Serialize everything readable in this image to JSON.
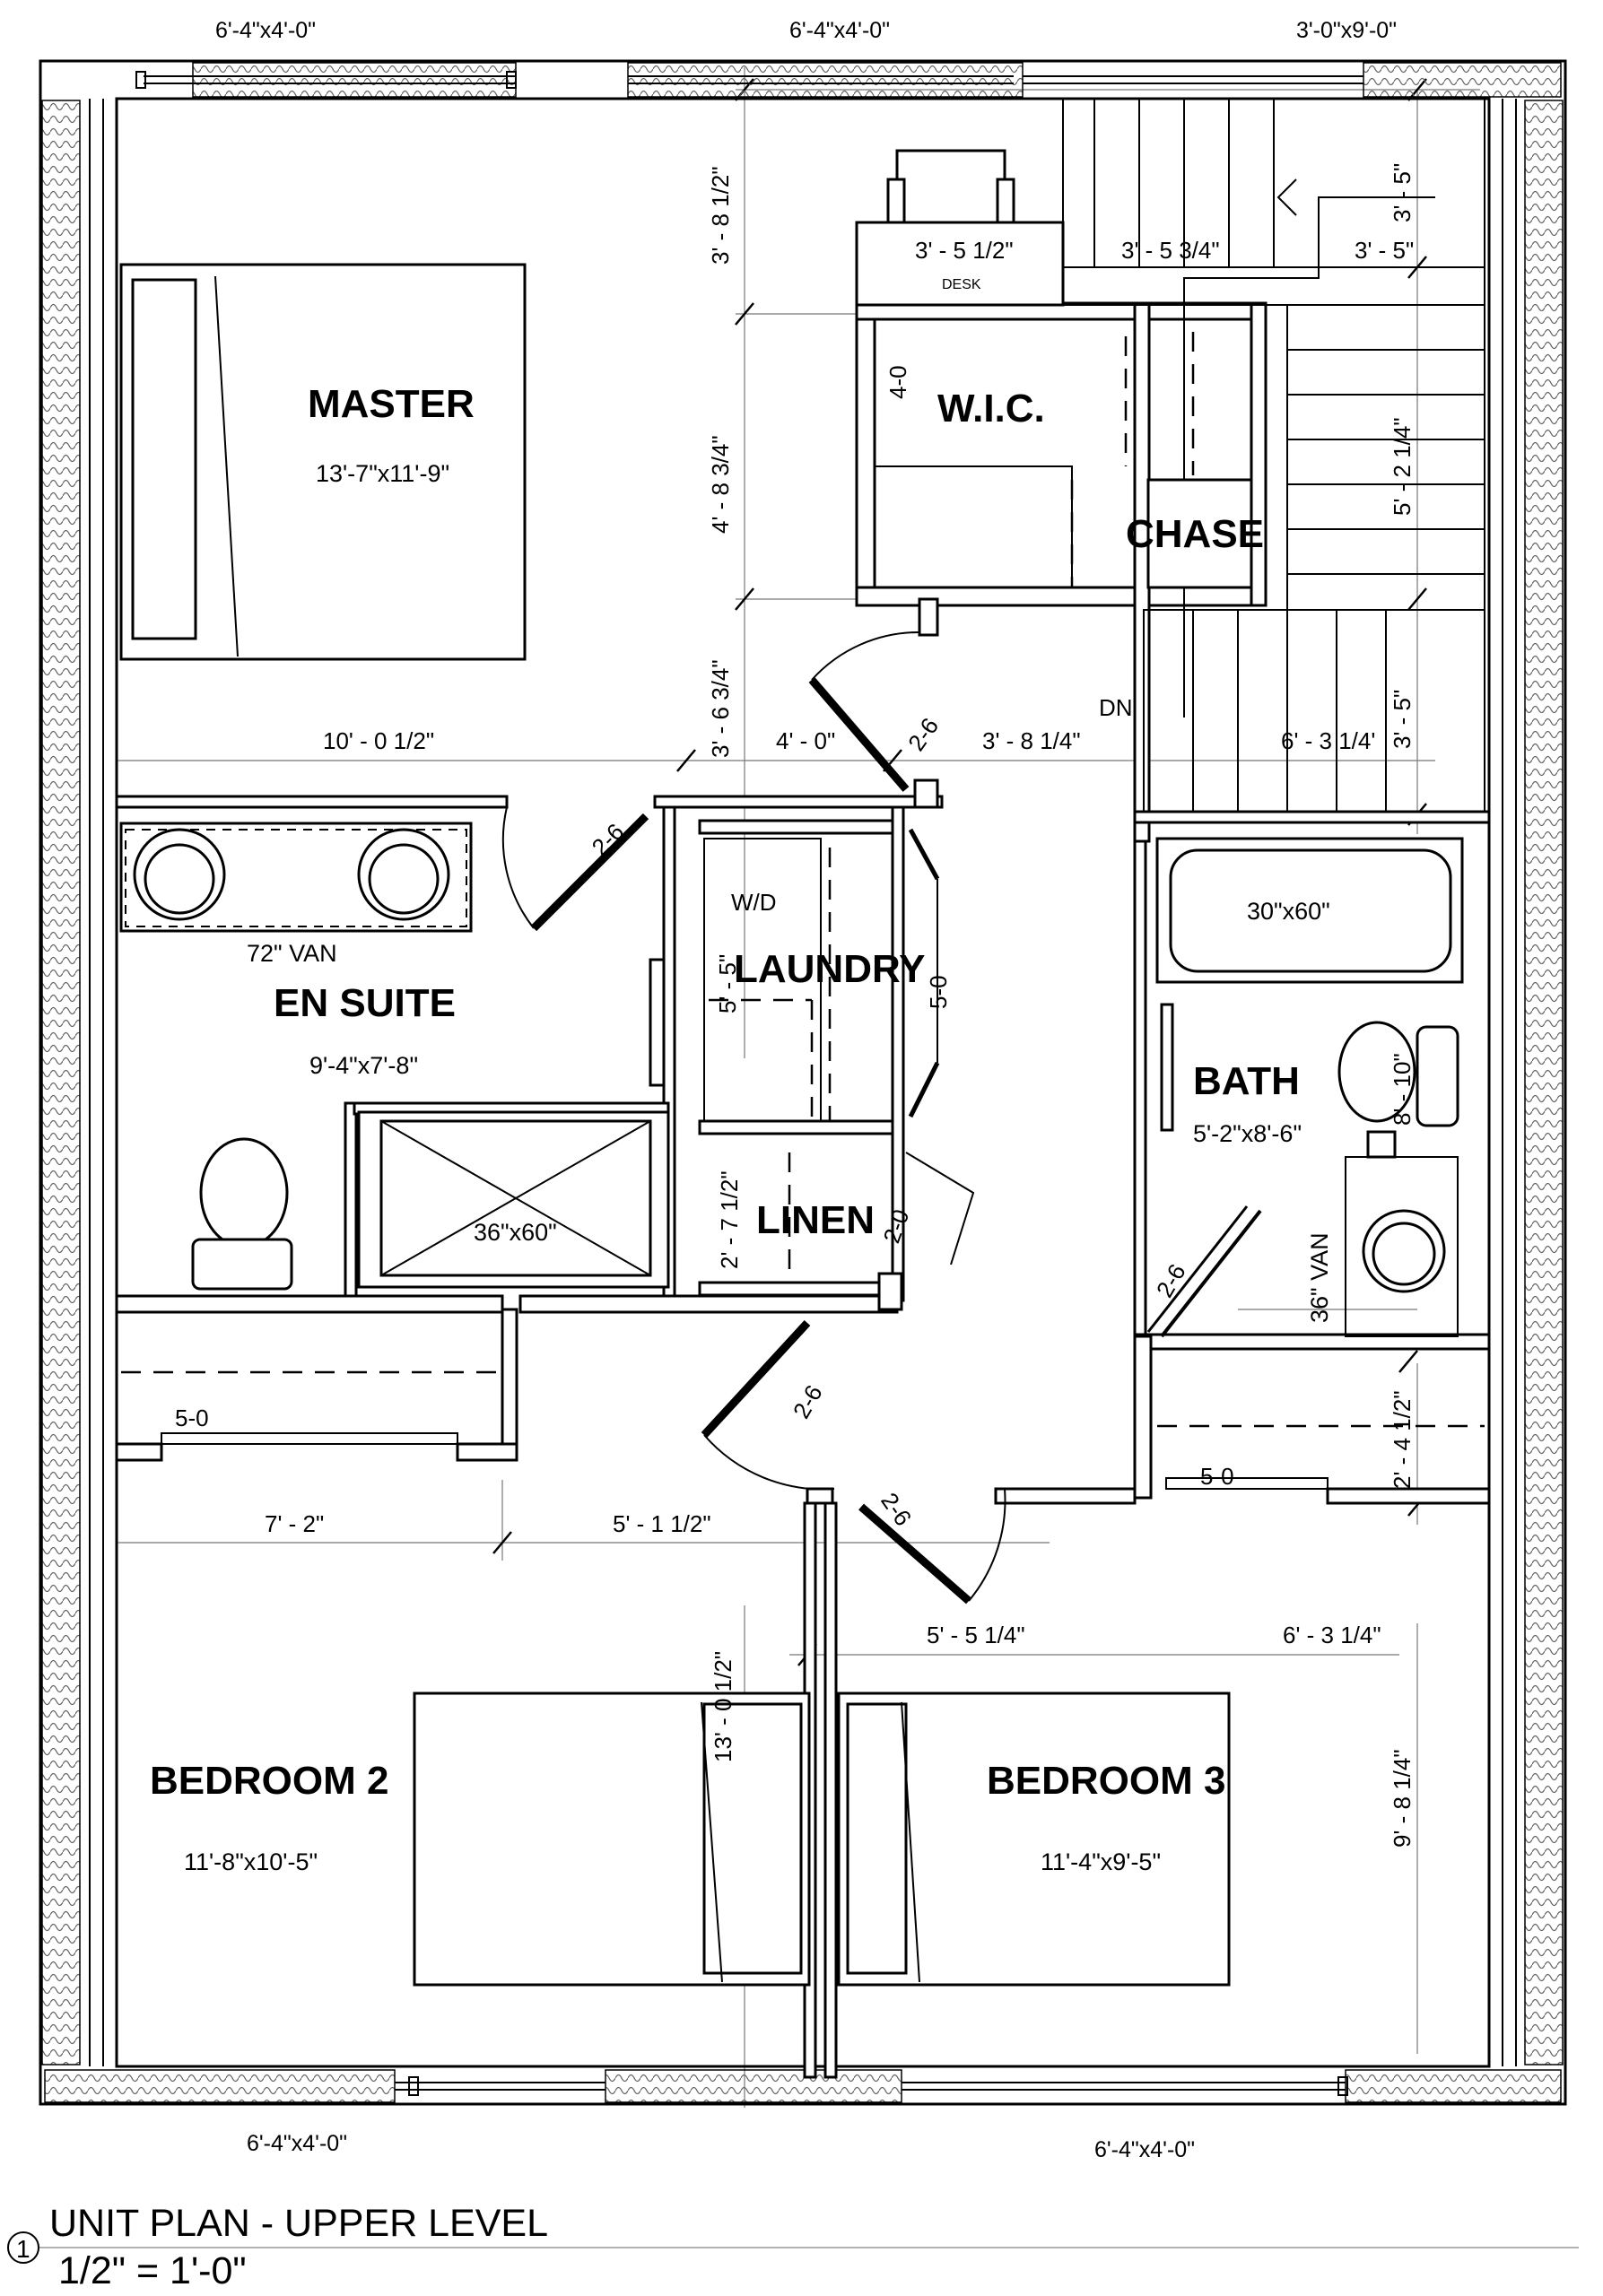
{
  "windows": {
    "top_left": "6'-4\"x4'-0\"",
    "top_center": "6'-4\"x4'-0\"",
    "top_right": "3'-0\"x9'-0\"",
    "bottom_left": "6'-4\"x4'-0\"",
    "bottom_right": "6'-4\"x4'-0\""
  },
  "rooms": {
    "master": {
      "name": "MASTER",
      "size": "13'-7\"x11'-9\""
    },
    "wic": {
      "name": "W.I.C."
    },
    "chase": {
      "name": "CHASE"
    },
    "en_suite": {
      "name": "EN SUITE",
      "size": "9'-4\"x7'-8\""
    },
    "laundry": {
      "name": "LAUNDRY"
    },
    "linen": {
      "name": "LINEN"
    },
    "bath": {
      "name": "BATH",
      "size": "5'-2\"x8'-6\""
    },
    "bedroom2": {
      "name": "BEDROOM 2",
      "size": "11'-8\"x10'-5\""
    },
    "bedroom3": {
      "name": "BEDROOM 3",
      "size": "11'-4\"x9'-5\""
    }
  },
  "fixtures": {
    "desk": "DESK",
    "vanity72": "72\" VAN",
    "shower": "36\"x60\"",
    "tub": "30\"x60\"",
    "vanity36": "36\" VAN",
    "wd": "W/D",
    "dn": "DN"
  },
  "dimensions": {
    "v_3_8_half": "3' - 8 1/2\"",
    "v_4_8_3q": "4' - 8 3/4\"",
    "v_3_6_3q": "3' - 6 3/4\"",
    "desk_w": "3' - 5 1/2\"",
    "stair_w": "3' - 5 3/4\"",
    "stair_right": "3' - 5\"",
    "stair_v_top": "3' - 5\"",
    "stair_v_mid": "5' - 2 1/4\"",
    "stair_v_bot": "3' - 5\"",
    "wic_4_0": "4-0",
    "h_10_0_half": "10' - 0 1/2\"",
    "h_4_0": "4' - 0\"",
    "h_3_8_q": "3' - 8 1/4\"",
    "h_6_3_q_upper": "6' - 3 1/4'",
    "laundry_v": "5' - 5\"",
    "laundry_door": "5-0",
    "linen_v": "2' - 7 1/2\"",
    "linen_door": "2-0",
    "bath_wc": "8' - 10\"",
    "closet_v": "2' - 4 1/2\"",
    "closet2": "5-0",
    "closet3": "5-0",
    "h_7_2": "7' - 2\"",
    "h_5_1_half": "5' - 1 1/2\"",
    "h_5_5_q": "5' - 5 1/4\"",
    "h_6_3_q_lower": "6' - 3 1/4\"",
    "v_13_0_half": "13' - 0 1/2\"",
    "v_9_8_q": "9' - 8 1/4\"",
    "door_master": "2-6",
    "door_ensuite": "2-6",
    "door_bath": "2-6",
    "door_bed2": "2-6",
    "door_bed3": "2-6"
  },
  "caption": {
    "number": "1",
    "title": "UNIT PLAN - UPPER LEVEL",
    "scale": "1/2\" = 1'-0\""
  }
}
